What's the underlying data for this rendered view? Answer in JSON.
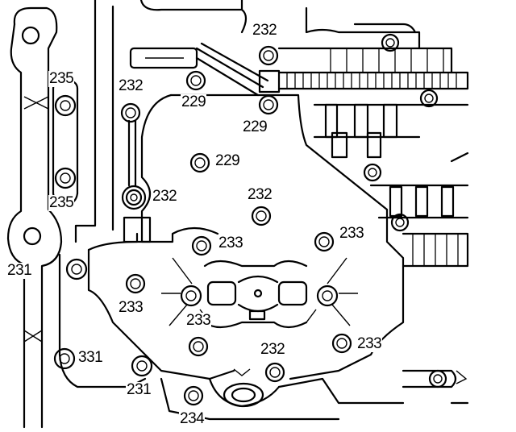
{
  "callouts": {
    "c232_top": "232",
    "c235_top": "235",
    "c232_left": "232",
    "c229_upper": "229",
    "c229_right": "229",
    "c229_center": "229",
    "c235_bottom": "235",
    "c232_mid": "232",
    "c232_center": "232",
    "c233_left": "233",
    "c233_right": "233",
    "c231_left": "231",
    "c233_lower_left": "233",
    "c233_center": "233",
    "c233_lower_right": "233",
    "c331": "331",
    "c232_bottom": "232",
    "c231_bottom": "231",
    "c234": "234"
  }
}
